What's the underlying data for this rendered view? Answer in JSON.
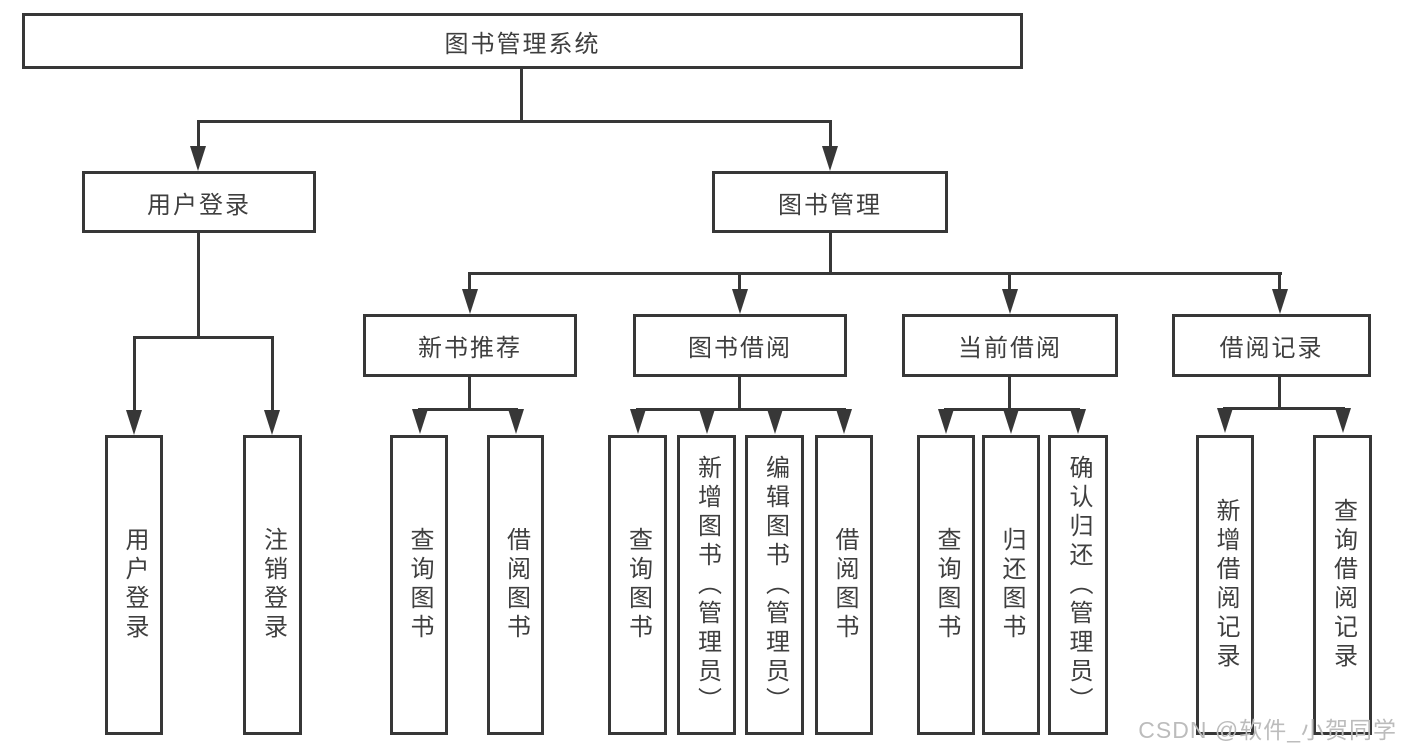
{
  "colors": {
    "line": "#373737",
    "text": "#3f3f3f",
    "bg": "#ffffff",
    "watermark": "#bcbcbc"
  },
  "root": {
    "label": "图书管理系统"
  },
  "branches": [
    {
      "label": "用户登录",
      "leaves": [
        "用户登录",
        "注销登录"
      ]
    },
    {
      "label": "图书管理",
      "sections": [
        {
          "label": "新书推荐",
          "leaves": [
            "查询图书",
            "借阅图书"
          ]
        },
        {
          "label": "图书借阅",
          "leaves": [
            "查询图书",
            "新增图书（管理员）",
            "编辑图书（管理员）",
            "借阅图书"
          ]
        },
        {
          "label": "当前借阅",
          "leaves": [
            "查询图书",
            "归还图书",
            "确认归还（管理员）"
          ]
        },
        {
          "label": "借阅记录",
          "leaves": [
            "新增借阅记录",
            "查询借阅记录"
          ]
        }
      ]
    }
  ],
  "watermark": {
    "text": "CSDN @软件_小贺同学"
  }
}
